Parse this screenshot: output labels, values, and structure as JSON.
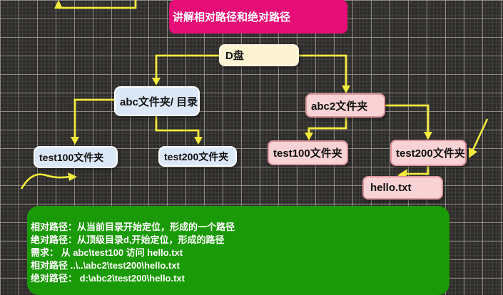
{
  "title": {
    "label": "讲解相对路径和绝对路径"
  },
  "nodes": {
    "drive": {
      "label": "D盘"
    },
    "abc": {
      "label": "abc文件夹/ 目录"
    },
    "abc2": {
      "label": "abc2文件夹"
    },
    "test100_left": {
      "label": "test100文件夹"
    },
    "test200_left": {
      "label": "test200文件夹"
    },
    "test100_right": {
      "label": "test100文件夹"
    },
    "test200_right": {
      "label": "test200文件夹"
    },
    "hello": {
      "label": "hello.txt"
    }
  },
  "notes": {
    "lines": [
      "相对路径：从当前目录开始定位，形成的一个路径",
      "绝对路径：从顶级目录d,开始定位，形成的路径",
      "需求： 从 abc\\test100 访问 hello.txt",
      "相对路径  ..\\..\\abc2\\test200\\hello.txt",
      "绝对路径： d:\\abc2\\test200\\hello.txt"
    ]
  },
  "colors": {
    "background": "#2d2c2a",
    "grid_major": "#96938f",
    "grid_minor": "#464440",
    "title_magenta": "#e60d76",
    "node_cream": "#fcf4d2",
    "node_blue": "#dce8f8",
    "node_pink": "#f8d2d4",
    "notes_green": "#1a9a06",
    "arrow_yellow": "#f3eb3e"
  }
}
